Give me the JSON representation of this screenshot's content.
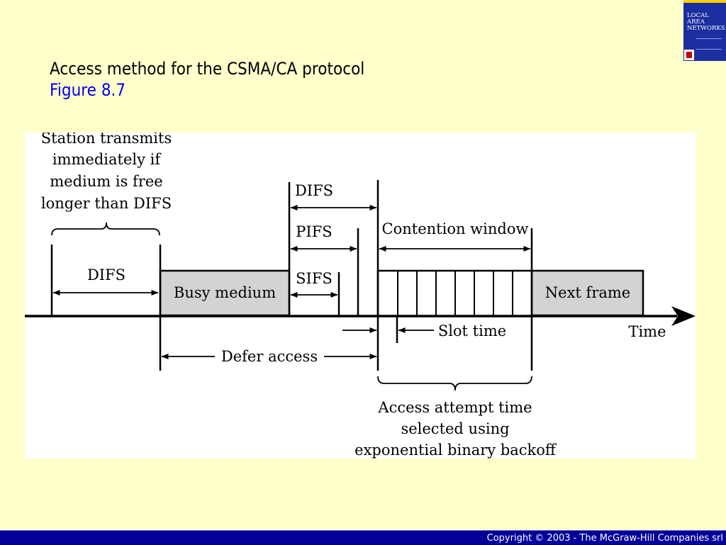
{
  "slide": {
    "title": "Access method for the CSMA/CA protocol",
    "subtitle": "Figure 8.7"
  },
  "book_cover": {
    "title_lines": [
      "LOCAL",
      "AREA",
      "NETWORKS"
    ]
  },
  "diagram": {
    "station_note": [
      "Station transmits",
      "immediately if",
      "medium is free",
      "longer than DIFS"
    ],
    "difs_left": "DIFS",
    "busy_medium": "Busy medium",
    "difs_top": "DIFS",
    "pifs": "PIFS",
    "sifs": "SIFS",
    "contention_window": "Contention window",
    "next_frame": "Next frame",
    "slot_time": "Slot time",
    "time": "Time",
    "defer_access": "Defer access",
    "access_attempt_note": [
      "Access attempt time",
      "selected using",
      "exponential binary backoff"
    ]
  },
  "footer": {
    "copyright": "Copyright © 2003 - The McGraw-Hill Companies srl"
  },
  "colors": {
    "background": "#ffffcc",
    "title_text": "#000000",
    "subtitle_text": "#0000ee",
    "footer_bar": "#000099",
    "frame_fill": "#d3d3d3"
  }
}
